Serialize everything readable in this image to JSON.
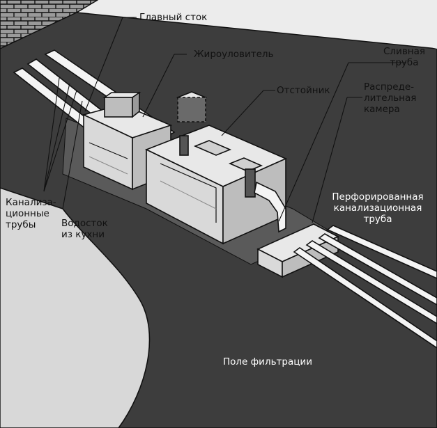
{
  "labels": {
    "main_drain": "Главный сток",
    "grease_trap": "Жироуловитель",
    "septic_tank": "Отстойник",
    "outlet_pipe": "Сливная\nтруба",
    "distribution_box": "Распреде-\nлительная\nкамера",
    "perforated_pipe": "Перфорированная\nканализационная\nтруба",
    "sewer_pipes": "Канализа-\nционные\nтрубы",
    "kitchen_drain": "Водосток\nиз кухни",
    "drain_field": "Поле фильтрации"
  },
  "colors": {
    "sky": "#ececec",
    "ground_dark": "#3d3d3d",
    "ground_light": "#d8d8d8",
    "trench": "#555555",
    "tank_face": "#d9d9d9",
    "tank_side": "#bdbdbd",
    "tank_top": "#e8e8e8",
    "outline": "#111111"
  }
}
